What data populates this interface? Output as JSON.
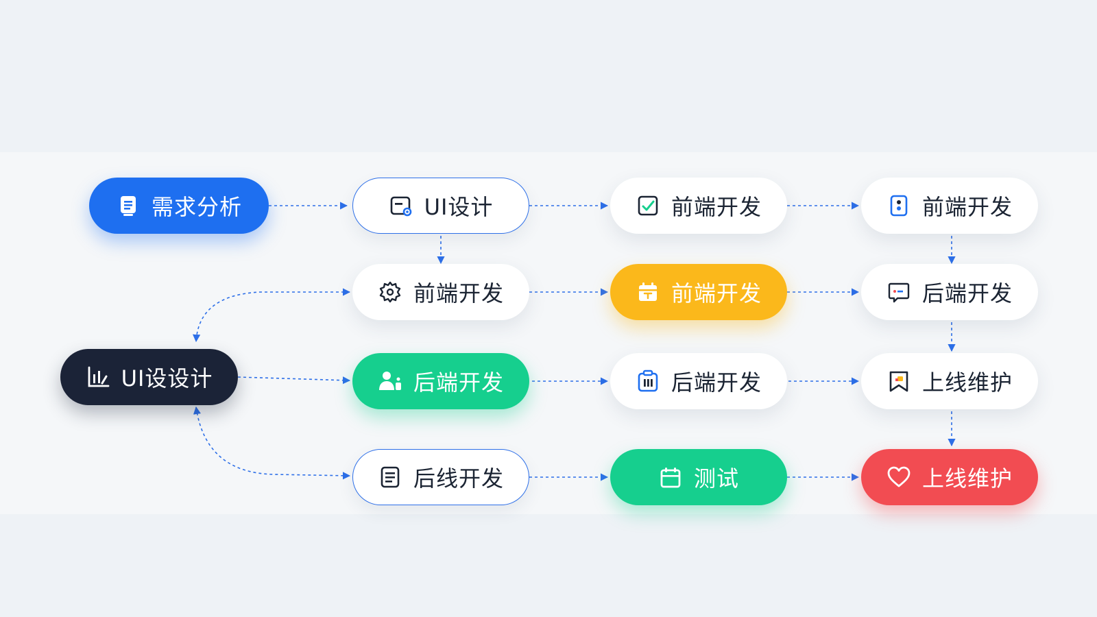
{
  "colors": {
    "primary": "#1e6ff0",
    "yellow": "#fbb81b",
    "green": "#16cf8e",
    "red": "#f24c52",
    "navy": "#1b2337",
    "connector": "#2d6fe8"
  },
  "nodes": {
    "requirements": {
      "label": "需求分析",
      "icon": "document-icon"
    },
    "ui_design_top": {
      "label": "UI设计",
      "icon": "design-icon"
    },
    "frontend_check": {
      "label": "前端开发",
      "icon": "checkbox-icon"
    },
    "frontend_right_top": {
      "label": "前端开发",
      "icon": "badge-icon"
    },
    "frontend_gear": {
      "label": "前端开发",
      "icon": "gear-icon"
    },
    "frontend_yellow": {
      "label": "前端开发",
      "icon": "calendar-icon"
    },
    "backend_chat": {
      "label": "后端开发",
      "icon": "chat-icon"
    },
    "ui_design_dark": {
      "label": "UI设设计",
      "icon": "chart-icon"
    },
    "backend_green": {
      "label": "后端开发",
      "icon": "users-icon"
    },
    "backend_mid": {
      "label": "后端开发",
      "icon": "clipboard-icon"
    },
    "deploy_mid": {
      "label": "上线维护",
      "icon": "bookmark-icon"
    },
    "backline": {
      "label": "后线开发",
      "icon": "list-icon"
    },
    "testing": {
      "label": "测试",
      "icon": "calendar-outline-icon"
    },
    "deploy_red": {
      "label": "上线维护",
      "icon": "heart-icon"
    }
  }
}
